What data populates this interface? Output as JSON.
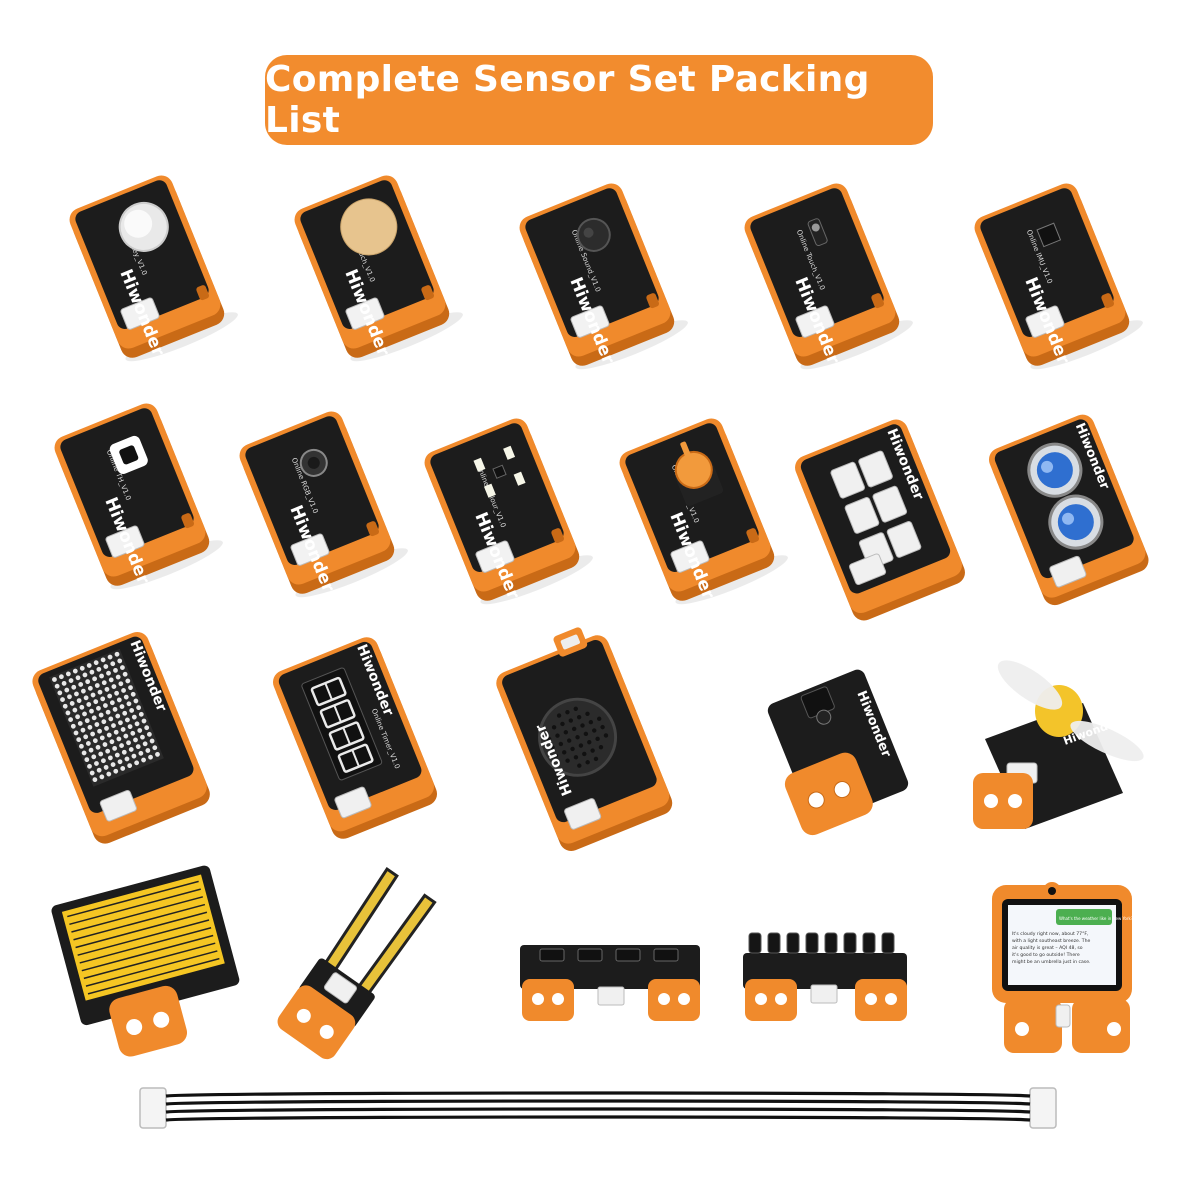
{
  "title": "Complete Sensor Set Packing List",
  "brand": "Hiwonder",
  "colors": {
    "accent": "#f28c2e",
    "board": "#1c1c1c",
    "case": "#f08a2c",
    "case_dark": "#c96a16"
  },
  "modules": [
    {
      "label": "Online Key_V1.0",
      "feature": "white-button"
    },
    {
      "label": "Online Touch_V1.0",
      "feature": "touch-pad"
    },
    {
      "label": "Online Sound_V1.0",
      "feature": "microphone"
    },
    {
      "label": "Online Touch_V1.0",
      "feature": "ir-sensor"
    },
    {
      "label": "Online IMU_V1.0",
      "feature": "chip"
    },
    {
      "label": "Online TH_V1.0",
      "feature": "th-chip"
    },
    {
      "label": "Online RGB_V1.0",
      "feature": "rgb-led"
    },
    {
      "label": "Online Colour_V1.0",
      "feature": "color-leds"
    },
    {
      "label": "Online Knob_V1.0",
      "feature": "knob"
    },
    {
      "label": "",
      "feature": "hub"
    },
    {
      "label": "",
      "feature": "ultrasonic"
    },
    {
      "label": "",
      "feature": "dot-matrix"
    },
    {
      "label": "Online Timer_V1.0",
      "feature": "digit-display"
    },
    {
      "label": "",
      "feature": "speaker"
    },
    {
      "label": "",
      "feature": "pir-small"
    },
    {
      "label": "",
      "feature": "fan"
    },
    {
      "label": "",
      "feature": "water-sensor"
    },
    {
      "label": "",
      "feature": "soil-sensor"
    },
    {
      "label": "",
      "feature": "line-follower"
    },
    {
      "label": "",
      "feature": "line-follower-8"
    },
    {
      "label": "",
      "feature": "screen-module"
    },
    {
      "label": "",
      "feature": "cable"
    }
  ],
  "screen_text": {
    "bubble": "What's the weather like in New York?",
    "reply": "It's cloudy right now, about 77°F, with a light southeast breeze. The air quality is great – AQI 48, so it's good to go outside! There might be an umbrella just in case."
  }
}
